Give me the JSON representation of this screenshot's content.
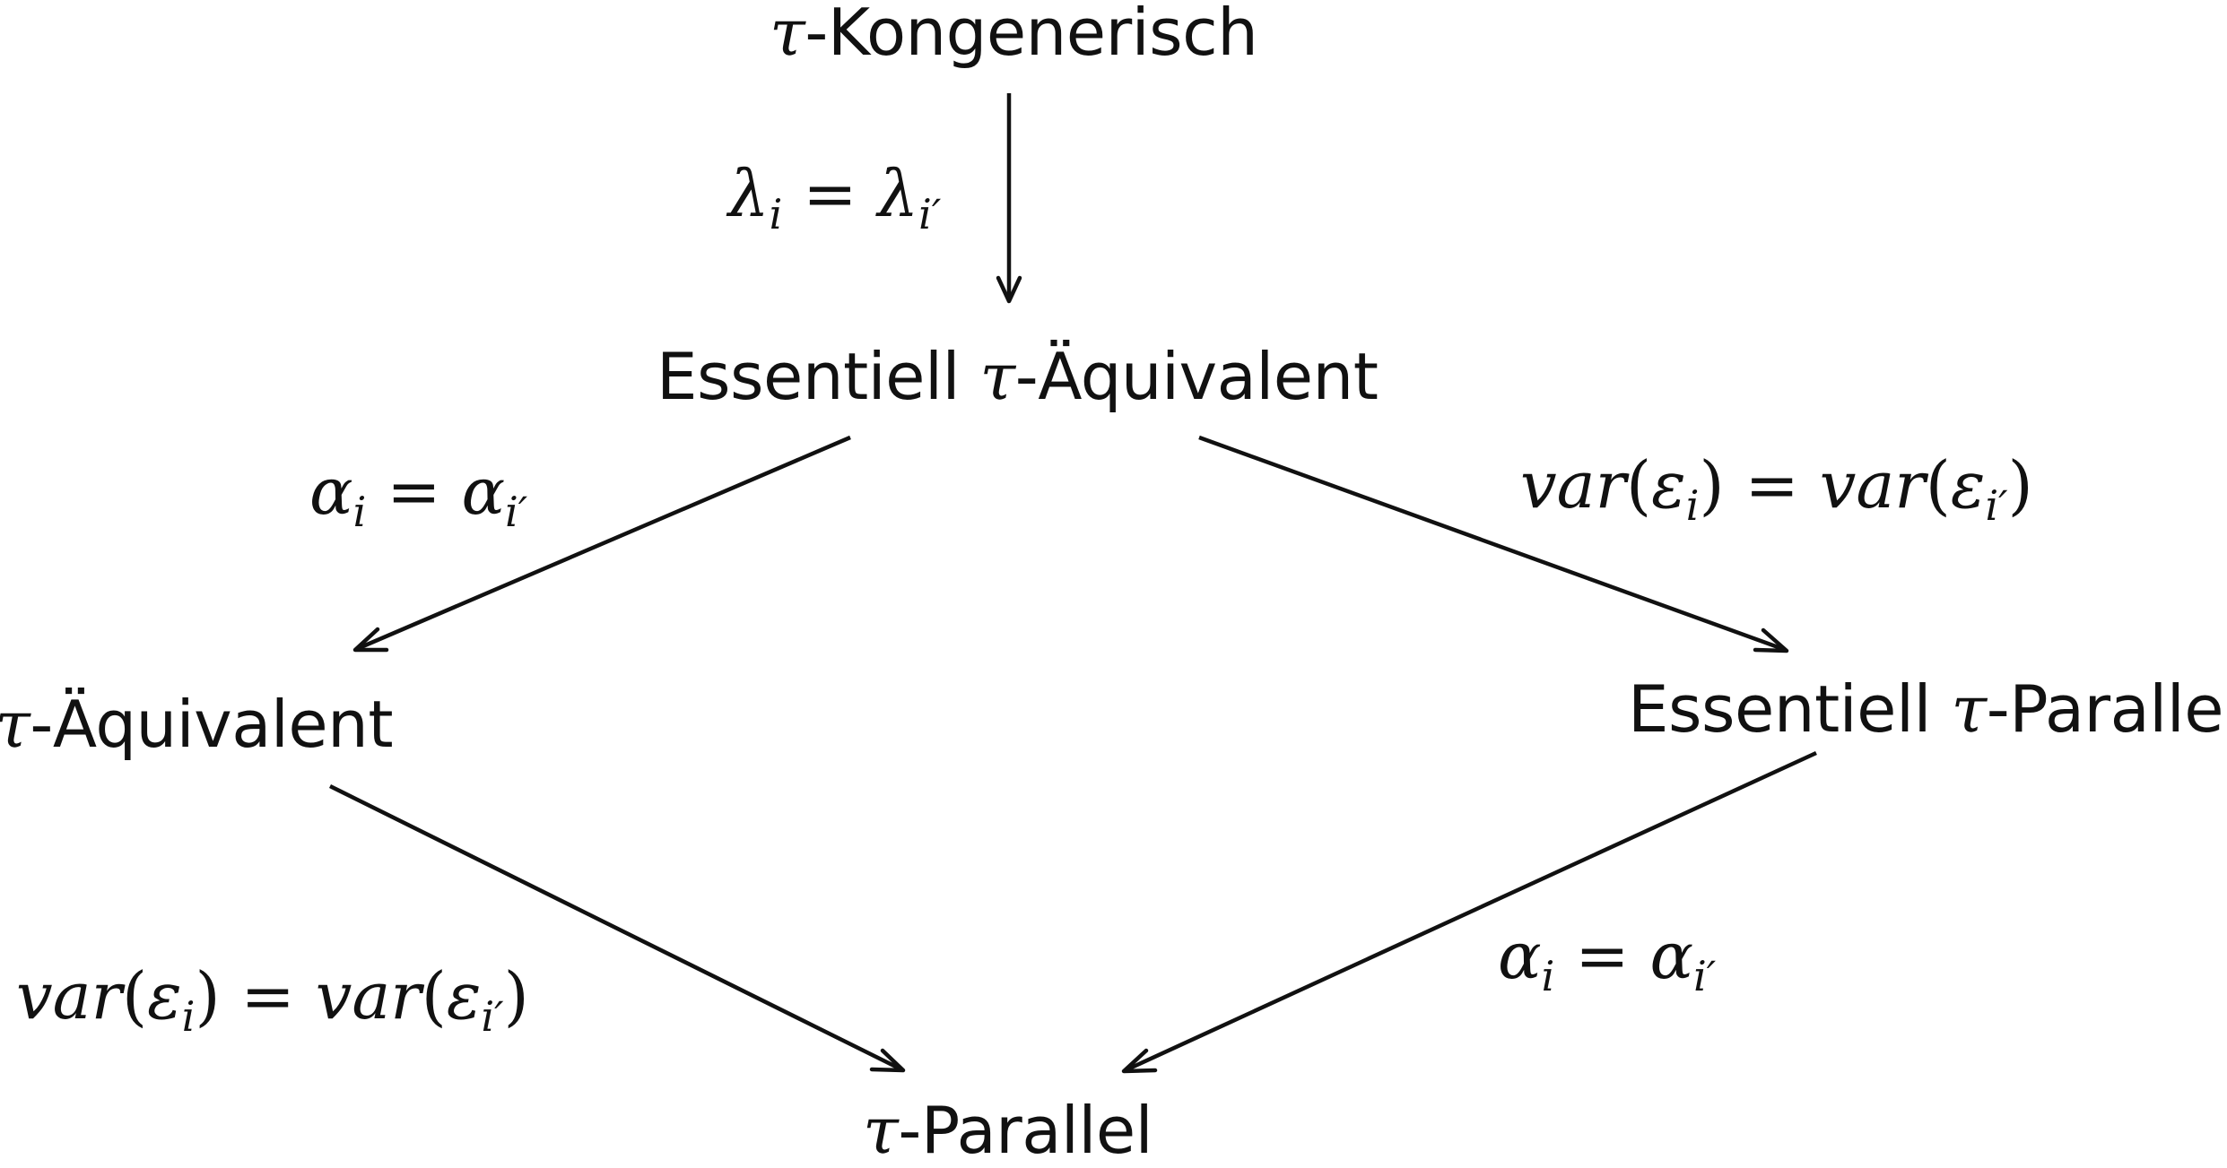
{
  "nodes": {
    "kongenerisch": {
      "symbol": "τ",
      "text": "-Kongenerisch"
    },
    "ess_aequivalent": {
      "prefix": "Essentiell ",
      "symbol": "τ",
      "text": "-Äquivalent"
    },
    "aequivalent": {
      "symbol": "τ",
      "text": "-Äquivalent"
    },
    "ess_parallel": {
      "prefix": "Essentiell ",
      "symbol": "τ",
      "text": "-Parallel"
    },
    "parallel": {
      "symbol": "τ",
      "text": "-Parallel"
    }
  },
  "edges": [
    {
      "from": "kongenerisch",
      "to": "ess_aequivalent",
      "condition": "λi = λi′"
    },
    {
      "from": "ess_aequivalent",
      "to": "aequivalent",
      "condition": "αi = αi′"
    },
    {
      "from": "ess_aequivalent",
      "to": "ess_parallel",
      "condition": "var(εi) = var(εi′)"
    },
    {
      "from": "aequivalent",
      "to": "parallel",
      "condition": "var(εi) = var(εi′)"
    },
    {
      "from": "ess_parallel",
      "to": "parallel",
      "condition": "αi = αi′"
    }
  ],
  "conditions": {
    "lambda": {
      "sym": "λ",
      "sub": "i",
      "eq": " = ",
      "sub2": "i′"
    },
    "alpha": {
      "sym": "α",
      "sub": "i",
      "eq": " = ",
      "sub2": "i′"
    },
    "var": {
      "fn": "var",
      "open": "(",
      "sym": "ε",
      "sub": "i",
      "close": ")",
      "eq": " = ",
      "sub2": "i′"
    }
  }
}
